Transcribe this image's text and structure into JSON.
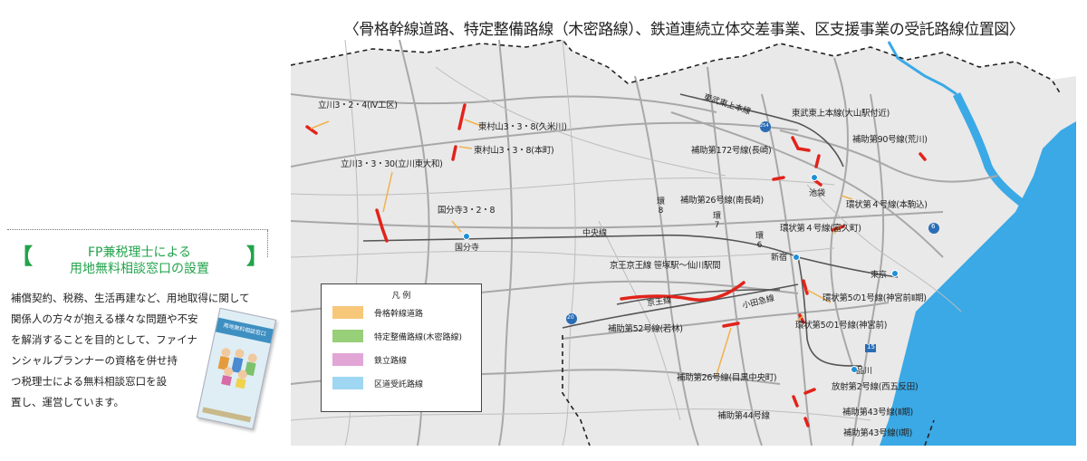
{
  "title": "〈骨格幹線道路、特定整備路線（木密路線）、鉄道連続立体交差事業、区支援事業の受託路線位置図〉",
  "colors": {
    "orange": "#f7c77a",
    "green": "#98cf79",
    "pink": "#e2a6d6",
    "blue": "#9fd7f3",
    "red": "#e2231a",
    "accent_green": "#22a34b"
  },
  "labels": [
    {
      "text": "立川3・2・4(Ⅳ工区)",
      "color": "orange"
    },
    {
      "text": "東村山3・3・8(久米川)",
      "color": "orange"
    },
    {
      "text": "東村山3・3・8(本町)",
      "color": "orange"
    },
    {
      "text": "立川3・3・30(立川東大和)",
      "color": "orange"
    },
    {
      "text": "国分寺3・2・8",
      "color": "orange"
    },
    {
      "text": "東武東上本線(大山駅付近)",
      "color": "pink"
    },
    {
      "text": "補助第172号線(長崎)",
      "color": "green"
    },
    {
      "text": "補助第90号線(荒川)",
      "color": "green"
    },
    {
      "text": "補助第26号線(南長崎)",
      "color": "green"
    },
    {
      "text": "環状第４号線(本駒込)",
      "color": "orange"
    },
    {
      "text": "環状第４号線(富久町)",
      "color": "orange"
    },
    {
      "text": "京王京王線 笹塚駅～仙川駅間",
      "color": "pink"
    },
    {
      "text": "環状第5の1号線(神宮前Ⅱ期)",
      "color": "orange"
    },
    {
      "text": "補助第52号線(若林)",
      "color": "green"
    },
    {
      "text": "環状第5の1号線(神宮前)",
      "color": "orange"
    },
    {
      "text": "補助第26号線(目黒中央町)",
      "color": "orange"
    },
    {
      "text": "放射第2号線(西五反田)",
      "color": "green"
    },
    {
      "text": "補助第44号線",
      "color": "blue"
    },
    {
      "text": "補助第43号線(Ⅱ期)",
      "color": "blue"
    },
    {
      "text": "補助第43号線(Ⅰ期)",
      "color": "blue"
    }
  ],
  "places": {
    "kokubunji": "国分寺",
    "chuo_line": "中央線",
    "tobu_tojo": "東武東上本線",
    "ikebukuro": "池袋",
    "shinjuku": "新宿",
    "tokyo": "東京",
    "shinagawa": "品川",
    "keio_line": "京王線",
    "odakyu_line": "小田急線",
    "kan8": "環\n8",
    "kan7": "環\n7",
    "kan6": "環\n6",
    "r20": "20",
    "r254": "254",
    "r6": "6",
    "r15": "15"
  },
  "legend": {
    "title": "凡 例",
    "items": [
      {
        "label": "骨格幹線道路",
        "color": "orange"
      },
      {
        "label": "特定整備路線(木密路線)",
        "color": "green"
      },
      {
        "label": "鉄立路線",
        "color": "pink"
      },
      {
        "label": "区道受託路線",
        "color": "blue"
      }
    ]
  },
  "side": {
    "bracket_left": "【",
    "bracket_right": "】",
    "title_line1": "FP兼税理士による",
    "title_line2": "用地無料相談窓口の設置",
    "body": [
      "補償契約、税務、生活再建など、用地取得に関して",
      "関係人の方々が抱える様々な問題や不安",
      "を解消することを目的として、ファイナ",
      "ンシャルプランナーの資格を併せ持",
      "つ税理士による無料相談窓口を設",
      "置し、運営しています。"
    ]
  },
  "booklet": {
    "title": "用地無料相談窓口"
  }
}
